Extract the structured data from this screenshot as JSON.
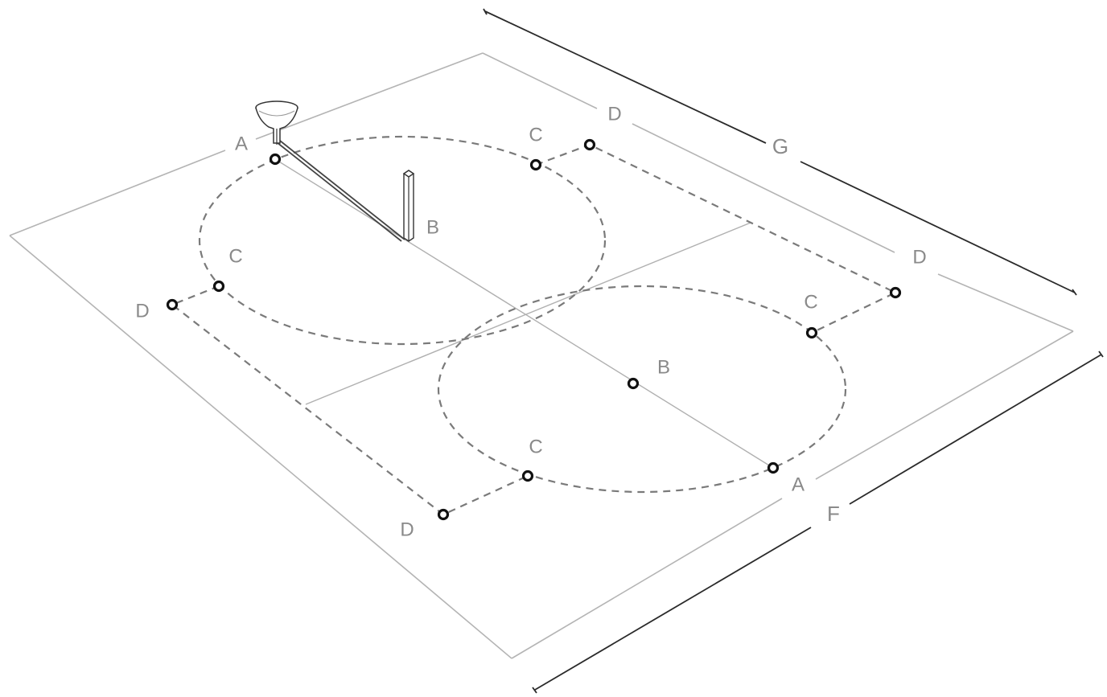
{
  "labels": {
    "point_a": "A",
    "point_b": "B",
    "point_c": "C",
    "point_d": "D"
  },
  "dimensions": {
    "length": "F",
    "width": "G"
  },
  "colors": {
    "field_edge": "#b4b4b4",
    "dashed_path": "#7a7a7a",
    "dimension_line": "#2a2a2a",
    "peg_stroke": "#111111",
    "label": "#8a8a8a"
  }
}
